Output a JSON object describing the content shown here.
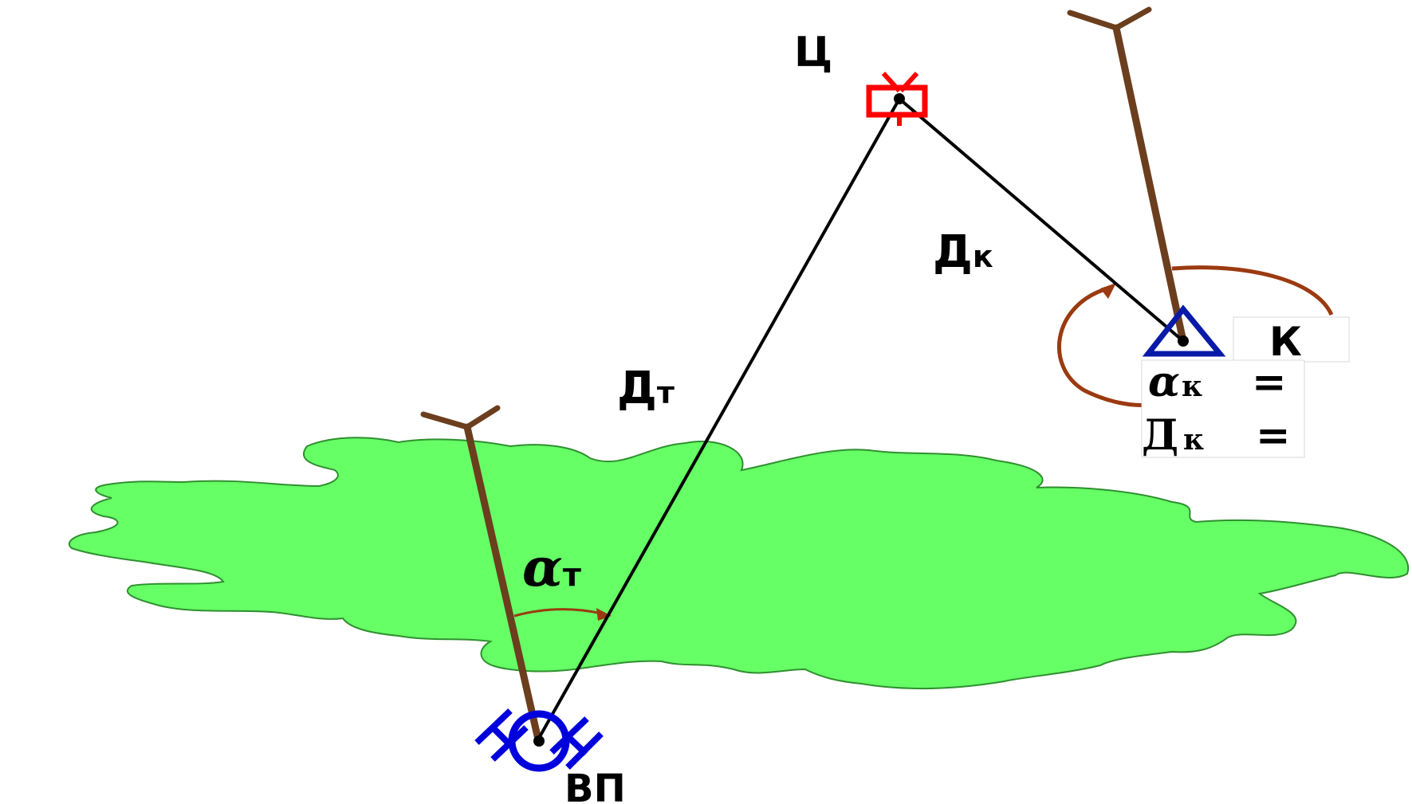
{
  "labels": {
    "target": "Ц",
    "commander": "К",
    "firing_position": "ВП",
    "dist_target_main": "Д",
    "dist_target_sub": "т",
    "dist_commander_main": "Д",
    "dist_commander_sub": "к",
    "alpha_target_main": "α",
    "alpha_target_sub": "т"
  },
  "info_box": {
    "alpha_main": "α",
    "alpha_sub": "к",
    "alpha_eq": "=",
    "dist_main": "Д",
    "dist_sub": "к",
    "dist_eq": "="
  },
  "colors": {
    "vegetation": "#66ff66",
    "vegetation_edge": "#2f8f2f",
    "direction_line": "#6b3e1e",
    "angle_arc": "#9b3a10",
    "target_symbol": "#ff0000",
    "commander_symbol": "#0a1aa8",
    "firing_position_symbol": "#0000dd",
    "lines": "#000000"
  }
}
